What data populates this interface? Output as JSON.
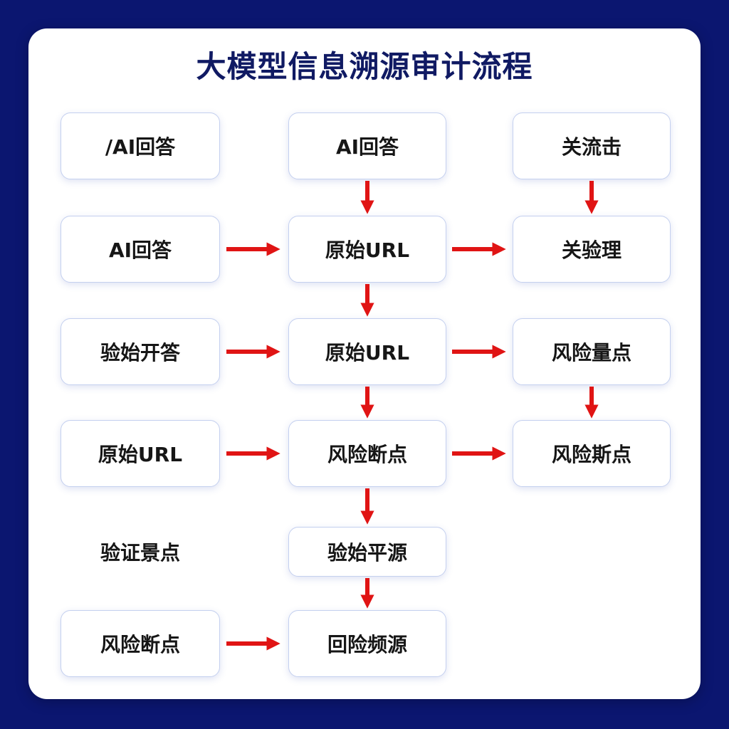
{
  "title": "大模型信息溯源审计流程",
  "colors": {
    "background": "#0b1670",
    "title": "#101a63",
    "arrow": "#e01414",
    "node_border": "#c4d0ef"
  },
  "nodes": {
    "r1_left": "/AI回答",
    "r1_mid": "AI回答",
    "r1_right": "关流击",
    "r2_left": "AI回答",
    "r2_mid": "原始URL",
    "r2_right": "关验理",
    "r3_left": "验始开答",
    "r3_mid": "原始URL",
    "r3_right": "风险量点",
    "r4_left": "原始URL",
    "r4_mid": "风险断点",
    "r4_right": "风险斯点",
    "r5_left": "验证景点",
    "r5_mid": "验始平源",
    "r6_left": "风险断点",
    "r6_mid": "回险频源"
  },
  "edges": [
    {
      "from": "r1_mid",
      "to": "r2_mid"
    },
    {
      "from": "r1_right",
      "to": "r2_right"
    },
    {
      "from": "r2_left",
      "to": "r2_mid"
    },
    {
      "from": "r2_mid",
      "to": "r2_right"
    },
    {
      "from": "r2_mid",
      "to": "r3_mid"
    },
    {
      "from": "r3_left",
      "to": "r3_mid"
    },
    {
      "from": "r3_mid",
      "to": "r3_right"
    },
    {
      "from": "r3_mid",
      "to": "r4_mid"
    },
    {
      "from": "r3_right",
      "to": "r4_right"
    },
    {
      "from": "r4_left",
      "to": "r4_mid"
    },
    {
      "from": "r4_mid",
      "to": "r4_right"
    },
    {
      "from": "r4_mid",
      "to": "r5_mid"
    },
    {
      "from": "r5_mid",
      "to": "r6_mid"
    },
    {
      "from": "r6_left",
      "to": "r6_mid"
    }
  ]
}
